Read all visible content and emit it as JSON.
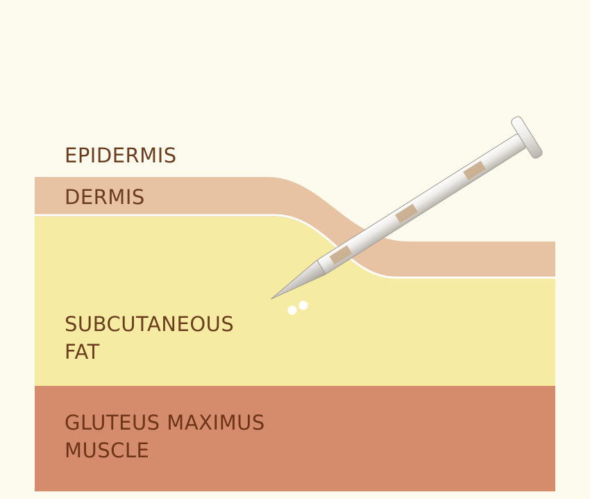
{
  "labels": {
    "epidermis": "EPIDERMIS",
    "dermis": "DERMIS",
    "subcutaneous_fat_line1": "SUBCUTANEOUS",
    "subcutaneous_fat_line2": "FAT",
    "muscle_line1": "GLUTEUS MAXIMUS",
    "muscle_line2": "MUSCLE"
  },
  "colors": {
    "background": "#fdfaee",
    "dermis": "#e8c3a3",
    "subcutaneous_fat": "#f6eba3",
    "muscle": "#d48c6c",
    "label_text": "#6b3d1e",
    "needle_barrel": "#e6e4e1",
    "needle_markings": "#c9ac8c"
  },
  "icons": {
    "needle": "syringe-needle-icon",
    "droplets": "medication-droplets-icon"
  }
}
